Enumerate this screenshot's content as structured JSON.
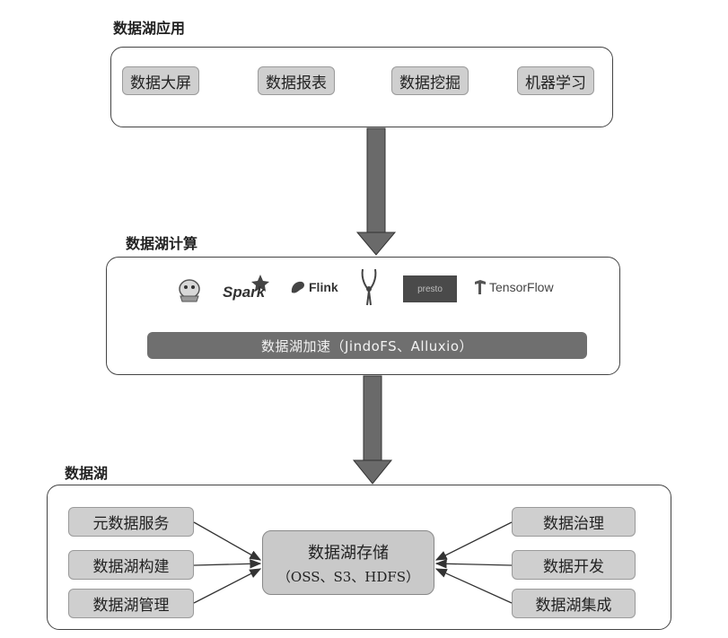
{
  "sections": {
    "apps_title": "数据湖应用",
    "compute_title": "数据湖计算",
    "lake_title": "数据湖"
  },
  "apps": [
    "数据大屏",
    "数据报表",
    "数据挖掘",
    "机器学习"
  ],
  "compute": {
    "engines": [
      "Spark",
      "Flink",
      "presto",
      "TensorFlow"
    ],
    "engine_icons": [
      "hive-icon",
      "spark-icon",
      "flink-icon",
      "impala-icon",
      "presto-icon",
      "tensorflow-icon"
    ],
    "acceleration": "数据湖加速（JindoFS、Alluxio）"
  },
  "lake": {
    "left_items": [
      "元数据服务",
      "数据湖构建",
      "数据湖管理"
    ],
    "right_items": [
      "数据治理",
      "数据开发",
      "数据湖集成"
    ],
    "storage_line1": "数据湖存储",
    "storage_line2": "（OSS、S3、HDFS）"
  },
  "colors": {
    "arrow": "#6a6a6a",
    "chip": "#cfcfcf",
    "accel_bar": "#6f6f6f"
  }
}
